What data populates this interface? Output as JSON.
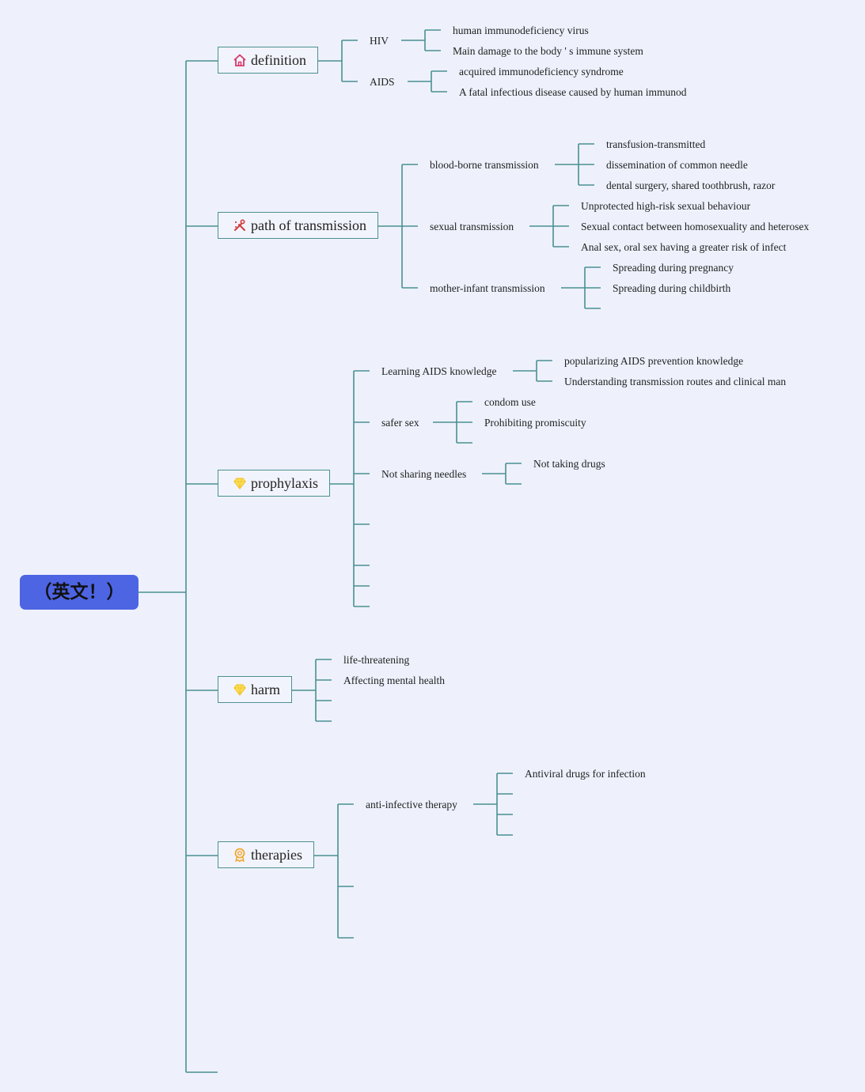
{
  "root": {
    "label": "（英文！）"
  },
  "branches": {
    "definition": {
      "label": "definition",
      "icon": "house-icon",
      "hiv": {
        "label": "HIV",
        "items": [
          "human immunodeficiency virus",
          "Main damage to the body ' s immune system"
        ]
      },
      "aids": {
        "label": "AIDS",
        "items": [
          "acquired immunodeficiency syndrome",
          "A fatal infectious disease caused by human immunod"
        ]
      }
    },
    "transmission": {
      "label": "path of transmission",
      "icon": "tools-icon",
      "blood": {
        "label": "blood-borne transmission",
        "items": [
          "transfusion-transmitted",
          "dissemination of common needle",
          "dental surgery, shared toothbrush, razor"
        ]
      },
      "sexual": {
        "label": "sexual transmission",
        "items": [
          "Unprotected high-risk sexual behaviour",
          "Sexual contact between homosexuality and heterosex",
          "Anal sex, oral sex having a greater risk of infect"
        ]
      },
      "mother": {
        "label": "mother-infant transmission",
        "items": [
          "Spreading during pregnancy",
          "Spreading during childbirth"
        ]
      }
    },
    "prophylaxis": {
      "label": "prophylaxis",
      "icon": "diamond-icon",
      "knowledge": {
        "label": "Learning AIDS knowledge",
        "items": [
          "popularizing AIDS prevention knowledge",
          "Understanding transmission routes and clinical man"
        ]
      },
      "safer": {
        "label": "safer sex",
        "items": [
          "condom use",
          "Prohibiting promiscuity"
        ]
      },
      "needles": {
        "label": "Not sharing needles",
        "items": [
          "Not taking drugs"
        ]
      }
    },
    "harm": {
      "label": "harm",
      "icon": "diamond-icon",
      "items": [
        "life-threatening",
        "Affecting mental health"
      ]
    },
    "therapies": {
      "label": "therapies",
      "icon": "medal-icon",
      "antiinfective": {
        "label": "anti-infective therapy",
        "items": [
          "Antiviral drugs for infection"
        ]
      }
    }
  },
  "colors": {
    "connector": "#4a9091",
    "root": "#4d64e3",
    "background": "#eef1fc"
  }
}
